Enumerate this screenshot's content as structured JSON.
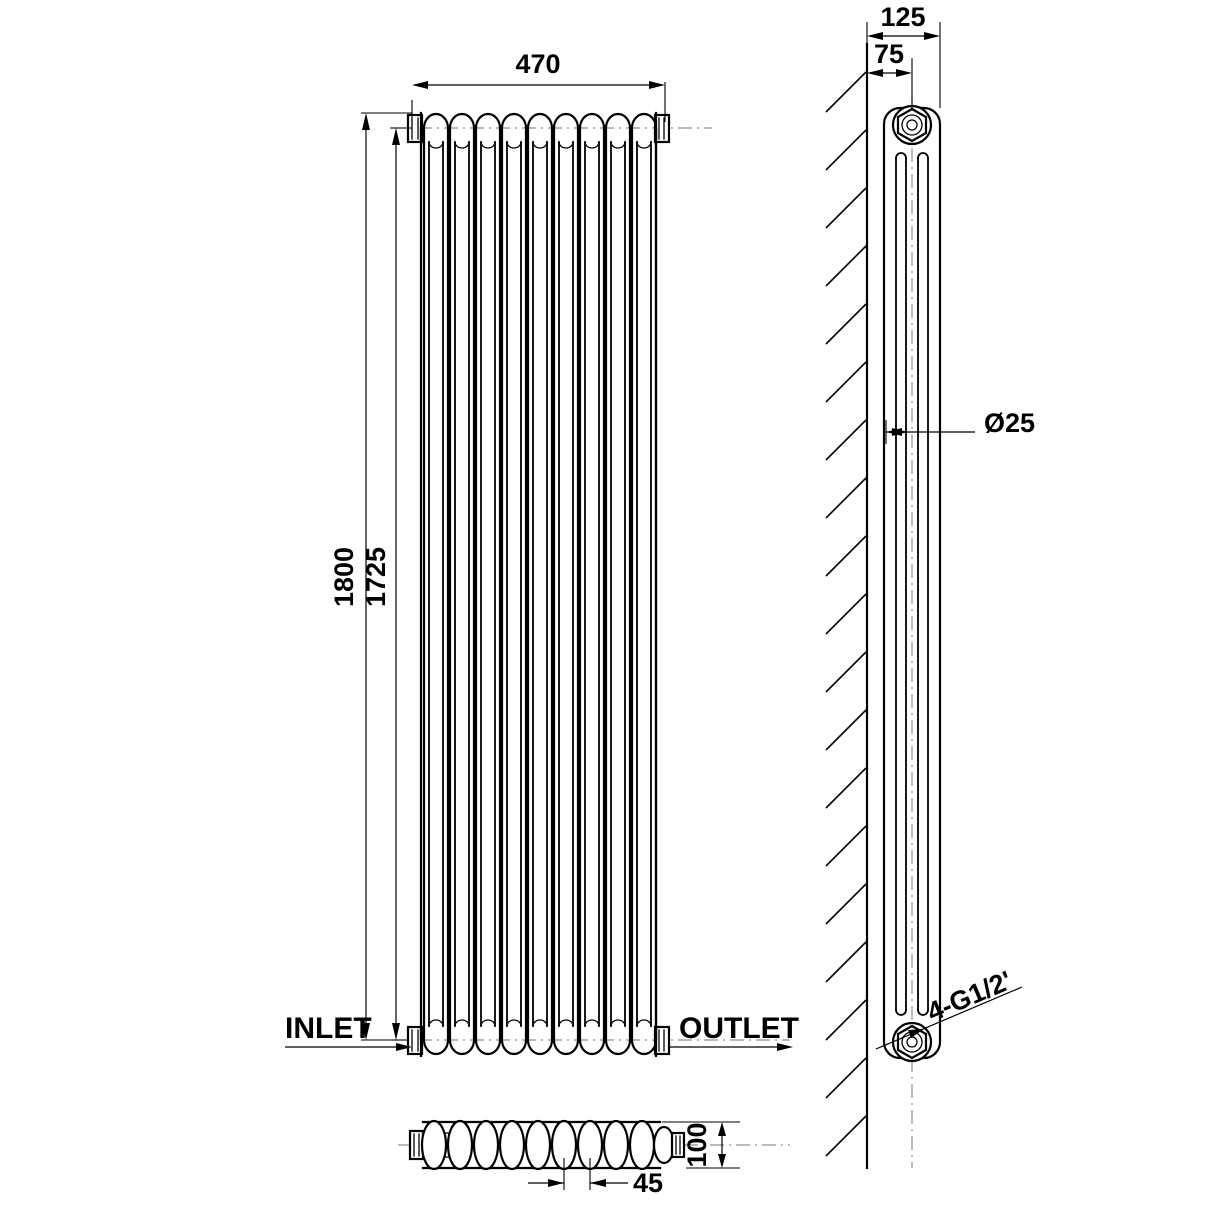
{
  "drawing": {
    "title": "Column Radiator Technical Drawing",
    "background_color": "#ffffff",
    "line_color": "#000000",
    "centerline_color": "#8f8f8f"
  },
  "front_view": {
    "name": "front-elevation",
    "column_count": 10,
    "dimensions": {
      "width_overall": "470",
      "height_overall": "1800",
      "height_centers": "1725"
    },
    "labels": {
      "inlet": "INLET",
      "outlet": "OUTLET"
    }
  },
  "plan_view": {
    "name": "bottom-plan",
    "section_count": 10,
    "dimensions": {
      "depth": "100",
      "section_pitch": "45"
    }
  },
  "side_view": {
    "name": "side-section",
    "dimensions": {
      "wall_to_front": "125",
      "wall_to_center": "75",
      "tube_diameter": "Ø25"
    },
    "labels": {
      "connections": "4-G1/2'"
    }
  }
}
